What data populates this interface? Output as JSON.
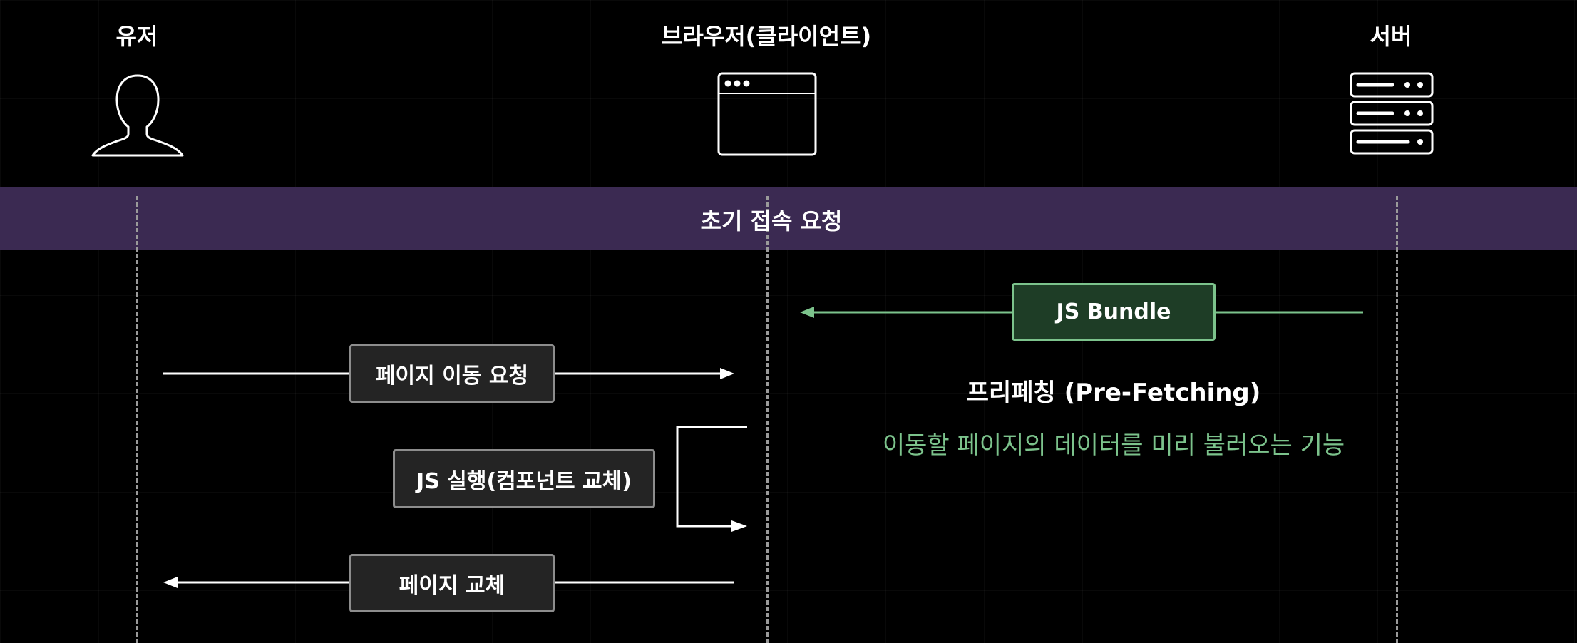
{
  "actors": {
    "user": "유저",
    "browser": "브라우저(클라이언트)",
    "server": "서버"
  },
  "icons": {
    "user": "person-icon",
    "browser": "browser-window-icon",
    "server": "server-icon"
  },
  "phase": {
    "label": "초기 접속 요청"
  },
  "messages": {
    "js_bundle": "JS Bundle",
    "page_move_request": "페이지 이동 요청",
    "js_execute": "JS 실행(컴포넌트 교체)",
    "page_replace": "페이지 교체"
  },
  "prefetch": {
    "title": "프리페칭 (Pre-Fetching)",
    "description": "이동할 페이지의 데이터를 미리 불러오는 기능"
  },
  "colors": {
    "background": "#000000",
    "band": "#3b2a52",
    "accent_green": "#7cc38c",
    "box_fill": "#242424",
    "box_border": "#8d8d8d"
  }
}
